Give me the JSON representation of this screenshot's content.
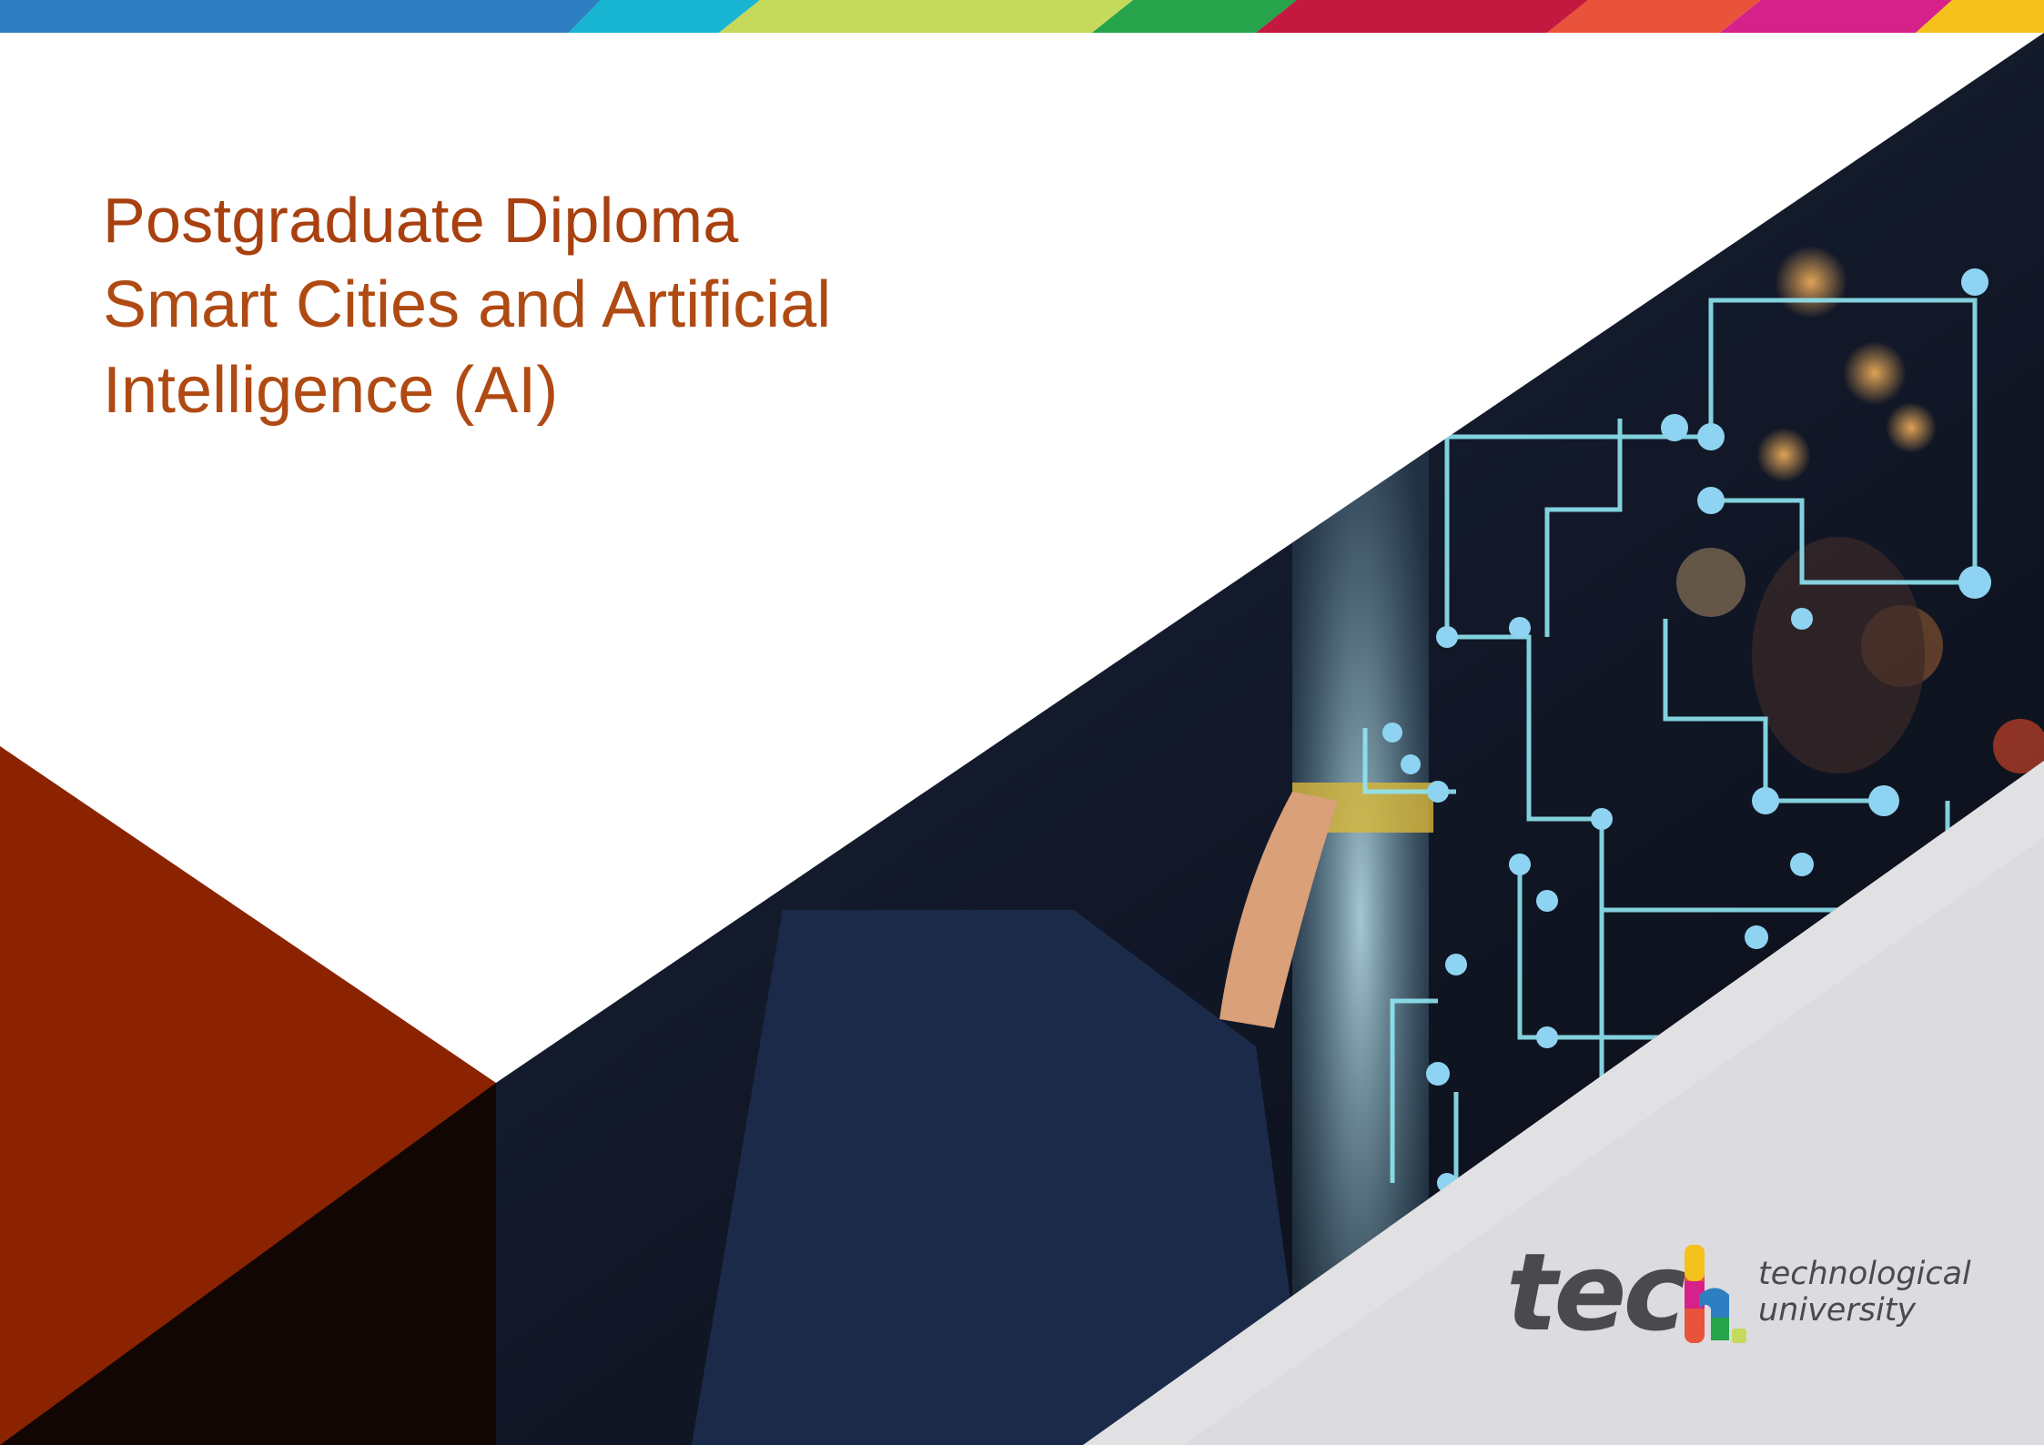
{
  "brochure": {
    "heading": "Postgraduate Diploma",
    "subtitle_line1": "Smart Cities and Artificial",
    "subtitle_line2": "Intelligence (AI)"
  },
  "logo": {
    "wordmark": "tech",
    "tagline_line1": "technological",
    "tagline_line2": "university"
  },
  "colors": {
    "title": "#a8400f",
    "accent_triangle": "#8c2300",
    "stripe": [
      "#2e7fc2",
      "#19b6d3",
      "#c5d95a",
      "#26a34b",
      "#c3183f",
      "#e9523b",
      "#d6208a",
      "#f5c21b"
    ]
  },
  "image": {
    "description_icon": "touch-screen-city-ai-photo"
  }
}
